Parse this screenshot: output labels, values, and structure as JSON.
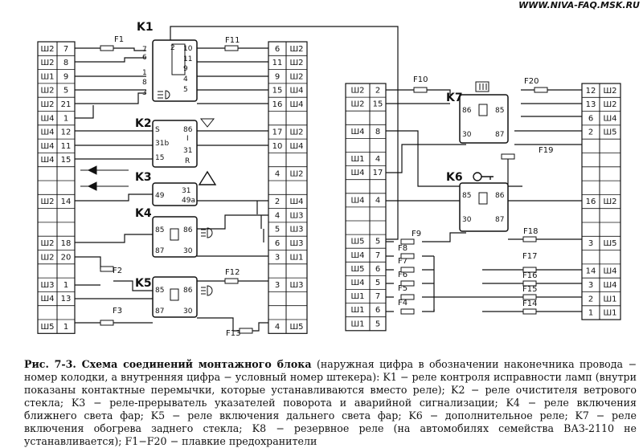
{
  "watermark": "WWW.NIVA-FAQ.MSK.RU",
  "caption": {
    "title": "Рис. 7-3. Схема соединений монтажного блока",
    "text": "(наружная цифра в обозначении наконечника провода − номер колодки, а внутренняя цифра − условный номер штекера): K1 − реле контроля исправности ламп (внутри показаны контактные перемычки, которые устанавливаются вместо реле); K2 − реле очистителя ветрового стекла; K3 − реле-прерыватель указателей поворота и аварийной сигнализации; K4 − реле включения ближнего света фар; K5 − реле включения дальнего света фар; K6 − дополнительное реле; K7 − реле включения обогрева заднего стекла; K8 − резервное реле (на автомобилях семейства ВАЗ-2110 не устанавливается); F1−F20 − плавкие предохранители"
  },
  "connectors": {
    "left": [
      [
        "Ш2",
        "7"
      ],
      [
        "Ш2",
        "8"
      ],
      [
        "Ш1",
        "9"
      ],
      [
        "Ш2",
        "5"
      ],
      [
        "Ш2",
        "21"
      ],
      [
        "Ш4",
        "1"
      ],
      [
        "Ш4",
        "12"
      ],
      [
        "Ш4",
        "11"
      ],
      [
        "Ш4",
        "15"
      ],
      [
        "",
        ""
      ],
      [
        "",
        ""
      ],
      [
        "Ш2",
        "14"
      ],
      [
        "",
        ""
      ],
      [
        "",
        ""
      ],
      [
        "Ш2",
        "18"
      ],
      [
        "Ш2",
        "20"
      ],
      [
        "",
        ""
      ],
      [
        "Ш3",
        "1"
      ],
      [
        "Ш4",
        "13"
      ],
      [
        "",
        ""
      ],
      [
        "Ш5",
        "1"
      ]
    ],
    "midright": [
      [
        "6",
        "Ш2"
      ],
      [
        "11",
        "Ш2"
      ],
      [
        "9",
        "Ш2"
      ],
      [
        "15",
        "Ш4"
      ],
      [
        "16",
        "Ш4"
      ],
      [
        "",
        ""
      ],
      [
        "17",
        "Ш2"
      ],
      [
        "10",
        "Ш4"
      ],
      [
        "",
        ""
      ],
      [
        "4",
        "Ш2"
      ],
      [
        "",
        ""
      ],
      [
        "2",
        "Ш4"
      ],
      [
        "4",
        "Ш3"
      ],
      [
        "5",
        "Ш3"
      ],
      [
        "6",
        "Ш3"
      ],
      [
        "3",
        "Ш1"
      ],
      [
        "",
        ""
      ],
      [
        "3",
        "Ш3"
      ],
      [
        "",
        ""
      ],
      [
        "",
        ""
      ],
      [
        "4",
        "Ш5"
      ]
    ],
    "center": [
      [
        "Ш2",
        "2"
      ],
      [
        "Ш2",
        "15"
      ],
      [
        "",
        ""
      ],
      [
        "Ш4",
        "8"
      ],
      [
        "",
        ""
      ],
      [
        "Ш1",
        "4"
      ],
      [
        "Ш4",
        "17"
      ],
      [
        "",
        ""
      ],
      [
        "Ш4",
        "4"
      ],
      [
        "",
        ""
      ],
      [
        "",
        ""
      ],
      [
        "Ш5",
        "5"
      ],
      [
        "Ш4",
        "7"
      ],
      [
        "Ш5",
        "6"
      ],
      [
        "Ш4",
        "5"
      ],
      [
        "Ш1",
        "7"
      ],
      [
        "Ш1",
        "6"
      ],
      [
        "Ш1",
        "5"
      ]
    ],
    "right": [
      [
        "12",
        "Ш2"
      ],
      [
        "13",
        "Ш2"
      ],
      [
        "6",
        "Ш4"
      ],
      [
        "2",
        "Ш5"
      ],
      [
        "",
        ""
      ],
      [
        "",
        ""
      ],
      [
        "",
        ""
      ],
      [
        "",
        ""
      ],
      [
        "16",
        "Ш2"
      ],
      [
        "",
        ""
      ],
      [
        "",
        ""
      ],
      [
        "3",
        "Ш5"
      ],
      [
        "",
        ""
      ],
      [
        "14",
        "Ш4"
      ],
      [
        "3",
        "Ш4"
      ],
      [
        "2",
        "Ш1"
      ],
      [
        "1",
        "Ш1"
      ]
    ]
  },
  "relays": {
    "K1": {
      "label": "K1",
      "pins": [
        "7",
        "6",
        "1",
        "8",
        "3",
        "2",
        "10",
        "11",
        "9",
        "4",
        "5"
      ]
    },
    "K2": {
      "label": "K2",
      "pins": [
        "S",
        "31b",
        "15",
        "86",
        "I",
        "31",
        "R"
      ]
    },
    "K3": {
      "label": "K3",
      "pins": [
        "49",
        "31",
        "49a"
      ]
    },
    "K4": {
      "label": "K4",
      "pins": [
        "85",
        "86",
        "87",
        "30"
      ]
    },
    "K5": {
      "label": "K5",
      "pins": [
        "85",
        "86",
        "87",
        "30"
      ]
    },
    "K6": {
      "label": "K6",
      "pins": [
        "85",
        "86",
        "30",
        "87"
      ]
    },
    "K7": {
      "label": "K7",
      "pins": [
        "86",
        "85",
        "30",
        "87"
      ]
    }
  },
  "fuses": [
    "F1",
    "F2",
    "F3",
    "F4",
    "F5",
    "F6",
    "F7",
    "F8",
    "F9",
    "F10",
    "F11",
    "F12",
    "F13",
    "F14",
    "F15",
    "F16",
    "F17",
    "F18",
    "F19",
    "F20"
  ]
}
